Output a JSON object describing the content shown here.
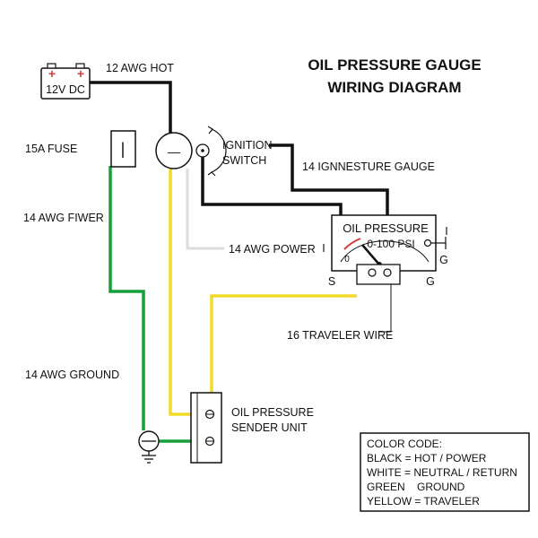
{
  "title": {
    "line1": "OIL PRESSURE GAUGE",
    "line2": "WIRING DIAGRAM"
  },
  "battery": {
    "label": "12V DC",
    "plus_left": "+",
    "plus_right": "+"
  },
  "fuse": {
    "label": "15A FUSE",
    "symbol": "|"
  },
  "ignition": {
    "line1": "IGNITION",
    "line2": "SWITCH",
    "symbol": "—"
  },
  "gauge": {
    "title": "OIL PRESSURE",
    "range": "0-100 PSI",
    "zero_mark": "0",
    "term_i_left": "I",
    "term_i_right": "I",
    "term_s": "S",
    "term_g_upper": "G",
    "term_g_lower": "G"
  },
  "sender": {
    "line1": "OIL PRESSURE",
    "line2": "SENDER UNIT"
  },
  "wire_labels": {
    "hot": "12 AWG HOT",
    "fiwer": "14 AWG FIWER",
    "power": "14 AWG POWER",
    "ground": "14 AWG GROUND",
    "gauge_feed": "14 IGNNESTURE GAUGE",
    "traveler": "16 TRAVELER WIRE"
  },
  "color_code": {
    "heading": "COLOR CODE:",
    "rows": [
      "BLACK = HOT / POWER",
      "WHITE = NEUTRAL / RETURN",
      "GREEN    GROUND",
      "YELLOW = TRAVELER"
    ]
  },
  "colors": {
    "black": "#111111",
    "white_wire": "#dcdcdc",
    "green": "#17a03a",
    "yellow": "#f0da2a",
    "red": "#d23a3a"
  }
}
